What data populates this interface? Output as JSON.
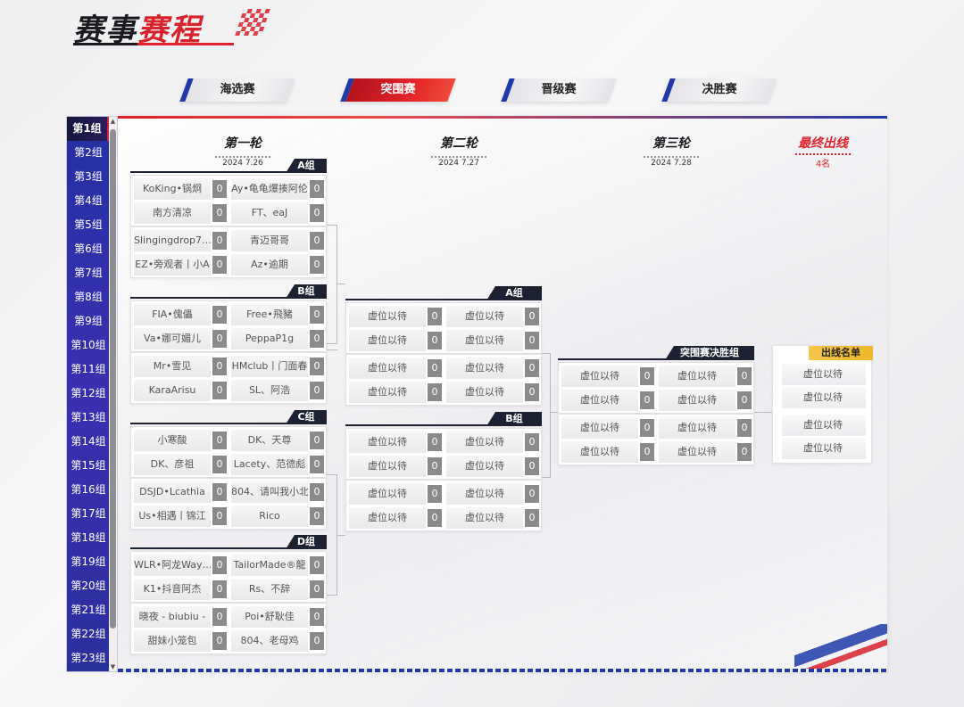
{
  "header": {
    "title_part1": "赛事",
    "title_part2": "赛程"
  },
  "tabs": [
    {
      "label": "海选赛"
    },
    {
      "label": "突围赛"
    },
    {
      "label": "晋级赛"
    },
    {
      "label": "决胜赛"
    }
  ],
  "active_tab": "突围赛",
  "colors": {
    "accent_red": "#e42229",
    "accent_blue": "#1e3aa8",
    "score_grey": "#8a8a8d",
    "label_dark": "#1c2232",
    "final_gold": "#f0b52c"
  },
  "sidebar": {
    "items": [
      "第1组",
      "第2组",
      "第3组",
      "第4组",
      "第5组",
      "第6组",
      "第7组",
      "第8组",
      "第9组",
      "第10组",
      "第11组",
      "第12组",
      "第13组",
      "第14组",
      "第15组",
      "第16组",
      "第17组",
      "第18组",
      "第19组",
      "第20组",
      "第21组",
      "第22组",
      "第23组"
    ],
    "active_index": 0
  },
  "rounds": [
    {
      "name": "第一轮",
      "date": "2024 7.26"
    },
    {
      "name": "第二轮",
      "date": "2024 7.27"
    },
    {
      "name": "第三轮",
      "date": "2024 7.28"
    },
    {
      "name": "最终出线",
      "date": "4名"
    }
  ],
  "round1": {
    "groups": [
      {
        "label": "A组",
        "matches": [
          [
            [
              "KoKing•锅炯",
              "0",
              "Ay•龟龟爆揍阿伦",
              "0"
            ],
            [
              "南方清凉",
              "0",
              "FT、eaJ",
              "0"
            ]
          ],
          [
            [
              "Slingingdrop7…",
              "0",
              "青迈哥哥",
              "0"
            ],
            [
              "EZ•旁观者丨小A",
              "0",
              "Az•逾期",
              "0"
            ]
          ]
        ]
      },
      {
        "label": "B组",
        "matches": [
          [
            [
              "FIA•傀儡",
              "0",
              "Free•飛豬",
              "0"
            ],
            [
              "Va•娜可媚儿",
              "0",
              "PeppaP1g",
              "0"
            ]
          ],
          [
            [
              "Mr•雪见",
              "0",
              "HMclub丨门面春",
              "0"
            ],
            [
              "KaraArisu",
              "0",
              "SL、阿浩",
              "0"
            ]
          ]
        ]
      },
      {
        "label": "C组",
        "matches": [
          [
            [
              "小寒酸",
              "0",
              "DK、天尊",
              "0"
            ],
            [
              "DK、彦祖",
              "0",
              "Lacety、范德彪",
              "0"
            ]
          ],
          [
            [
              "DSJD•Lcathia",
              "0",
              "804、请叫我小北",
              "0"
            ],
            [
              "Us•相遇丨锦江",
              "0",
              "Rico",
              "0"
            ]
          ]
        ]
      },
      {
        "label": "D组",
        "matches": [
          [
            [
              "WLR•阿龙Way…",
              "0",
              "TailorMade®龍",
              "0"
            ],
            [
              "K1•抖音阿杰",
              "0",
              "Rs、不辞",
              "0"
            ]
          ],
          [
            [
              "晓夜 - biubiu -",
              "0",
              "Poi•舒耿佳",
              "0"
            ],
            [
              "甜妹小笼包",
              "0",
              "804、老母鸡",
              "0"
            ]
          ]
        ]
      }
    ]
  },
  "round2": {
    "groups": [
      {
        "label": "A组",
        "matches": [
          [
            [
              "虚位以待",
              "0",
              "虚位以待",
              "0"
            ],
            [
              "虚位以待",
              "0",
              "虚位以待",
              "0"
            ]
          ],
          [
            [
              "虚位以待",
              "0",
              "虚位以待",
              "0"
            ],
            [
              "虚位以待",
              "0",
              "虚位以待",
              "0"
            ]
          ]
        ]
      },
      {
        "label": "B组",
        "matches": [
          [
            [
              "虚位以待",
              "0",
              "虚位以待",
              "0"
            ],
            [
              "虚位以待",
              "0",
              "虚位以待",
              "0"
            ]
          ],
          [
            [
              "虚位以待",
              "0",
              "虚位以待",
              "0"
            ],
            [
              "虚位以待",
              "0",
              "虚位以待",
              "0"
            ]
          ]
        ]
      }
    ]
  },
  "round3": {
    "groups": [
      {
        "label": "突围赛决胜组",
        "matches": [
          [
            [
              "虚位以待",
              "0",
              "虚位以待",
              "0"
            ],
            [
              "虚位以待",
              "0",
              "虚位以待",
              "0"
            ]
          ],
          [
            [
              "虚位以待",
              "0",
              "虚位以待",
              "0"
            ],
            [
              "虚位以待",
              "0",
              "虚位以待",
              "0"
            ]
          ]
        ]
      }
    ]
  },
  "final": {
    "label": "出线名单",
    "items": [
      "虚位以待",
      "虚位以待",
      "虚位以待",
      "虚位以待"
    ]
  }
}
